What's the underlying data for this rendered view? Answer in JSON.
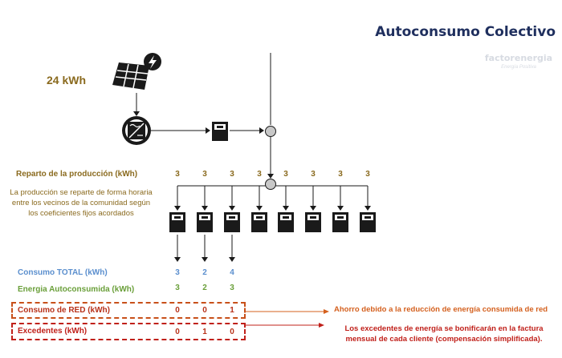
{
  "title": "Autoconsumo Colectivo",
  "logo": {
    "name": "factorenergia",
    "tagline": "Energía Positiva"
  },
  "generation": {
    "label": "24 kWh"
  },
  "reparto": {
    "label": "Reparto de la producción (kWh)",
    "values": [
      "3",
      "3",
      "3",
      "3",
      "3",
      "3",
      "3",
      "3"
    ],
    "description": "La producción se reparte de forma horaria entre los vecinos de la comunidad según los coeficientes fijos acordados"
  },
  "consumo_total": {
    "label": "Consumo TOTAL (kWh)",
    "values": [
      "3",
      "2",
      "4"
    ]
  },
  "energia_autoconsumida": {
    "label": "Energia Autoconsumida (kWh)",
    "values": [
      "3",
      "2",
      "3"
    ]
  },
  "consumo_red": {
    "label": "Consumo de RED (kWh)",
    "values": [
      "0",
      "0",
      "1"
    ]
  },
  "excedentes": {
    "label": "Excedentes (kWh)",
    "values": [
      "0",
      "1",
      "0"
    ]
  },
  "notes": {
    "ahorro": "Ahorro debido a la reducción de energía consumida de red",
    "excedentes": "Los excedentes de energía se bonificarán en la factura mensual de cada cliente (compensación simplificada)."
  },
  "colors": {
    "title": "#1f2f5e",
    "brown": "#8a6a1e",
    "blue": "#5b8fce",
    "green": "#6a9f3a",
    "red": "#b8321a",
    "orange": "#d4601e"
  },
  "icons": [
    "solar-panel-icon",
    "lightning-bolt-icon",
    "inverter-icon",
    "meter-icon",
    "node-icon"
  ]
}
